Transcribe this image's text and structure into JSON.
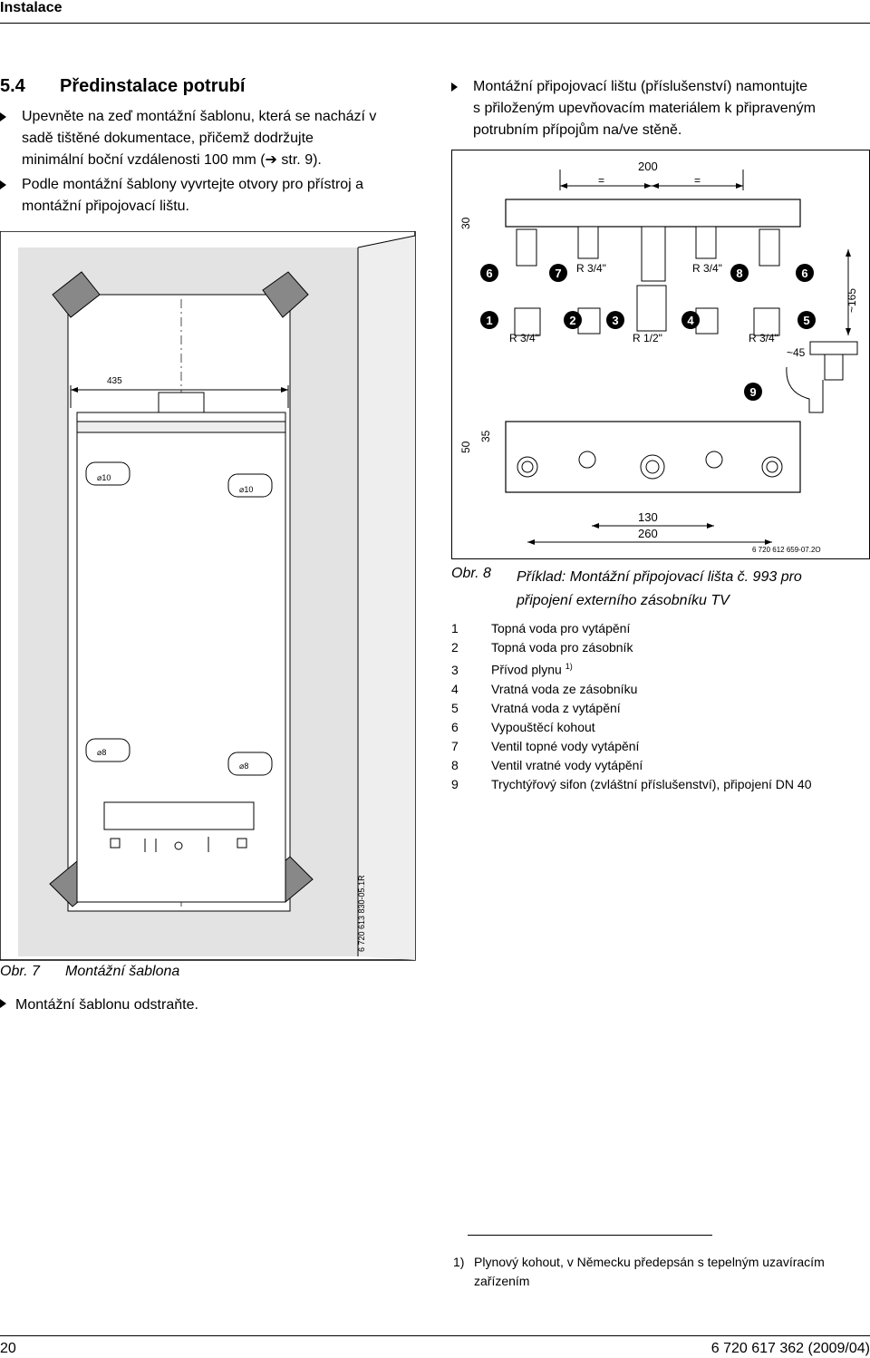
{
  "header": {
    "section_name": "Instalace"
  },
  "section": {
    "number": "5.4",
    "title": "Předinstalace potrubí"
  },
  "left_steps": [
    {
      "lines": [
        "Upevněte na zeď montážní šablonu, která se nachází v",
        "sadě tištěné dokumentace, přičemž dodržujte",
        "minimální boční vzdálenosti 100 mm (➔ str. 9)."
      ]
    },
    {
      "lines": [
        "Podle montážní šablony vyvrtejte otvory pro přístroj a",
        "montážní připojovací lištu."
      ]
    }
  ],
  "right_step": {
    "lines": [
      "Montážní připojovací lištu (příslušenství) namontujte",
      "s přiloženým upevňovacím materiálem k připraveným",
      "potrubním přípojům na/ve stěně."
    ]
  },
  "figure7": {
    "dim_435": "435",
    "drill_10a": "⌀10",
    "drill_10b": "⌀10",
    "drill_8a": "⌀8",
    "drill_8b": "⌀8",
    "code": "6 720 613 830-05.1R",
    "caption_num": "Obr. 7",
    "caption_text": "Montážní šablona"
  },
  "after_fig7_step": {
    "text": "Montážní šablonu odstraňte."
  },
  "figure8": {
    "dim_200": "200",
    "eq_left": "=",
    "eq_right": "=",
    "dim_30": "30",
    "dim_165": "~165",
    "dim_45": "~45",
    "dim_50": "50",
    "dim_35": "35",
    "dim_130": "130",
    "dim_260": "260",
    "thread_top_left": "R 3/4\"",
    "thread_top_right": "R 3/4\"",
    "thread_bottom_1": "R 3/4\"",
    "thread_bottom_3": "R 1/2\"",
    "thread_bottom_5": "R 3/4\"",
    "markers": [
      "6",
      "7",
      "8",
      "6",
      "1",
      "2",
      "3",
      "4",
      "5",
      "9"
    ],
    "code": "6 720 612 659-07.2O",
    "caption_num": "Obr. 8",
    "caption_lines": [
      "Příklad: Montážní připojovací lišta č. 993 pro",
      "připojení externího zásobníku TV"
    ]
  },
  "legend": [
    {
      "num": "1",
      "text": "Topná voda pro vytápění",
      "sup": ""
    },
    {
      "num": "2",
      "text": "Topná voda pro zásobník",
      "sup": ""
    },
    {
      "num": "3",
      "text": "Přívod plynu",
      "sup": "1)"
    },
    {
      "num": "4",
      "text": "Vratná voda ze zásobníku",
      "sup": ""
    },
    {
      "num": "5",
      "text": "Vratná voda z vytápění",
      "sup": ""
    },
    {
      "num": "6",
      "text": "Vypouštěcí kohout",
      "sup": ""
    },
    {
      "num": "7",
      "text": "Ventil topné vody vytápění",
      "sup": ""
    },
    {
      "num": "8",
      "text": "Ventil vratné vody vytápění",
      "sup": ""
    },
    {
      "num": "9",
      "text": "Trychtýřový sifon (zvláštní příslušenství), připojení DN 40",
      "sup": ""
    }
  ],
  "footnote": {
    "mark": "1)",
    "lines": [
      "Plynový kohout, v Německu předepsán s tepelným uzavíracím",
      "zařízením"
    ]
  },
  "footer": {
    "page_number": "20",
    "doc_code": "6 720 617 362 (2009/04)"
  }
}
